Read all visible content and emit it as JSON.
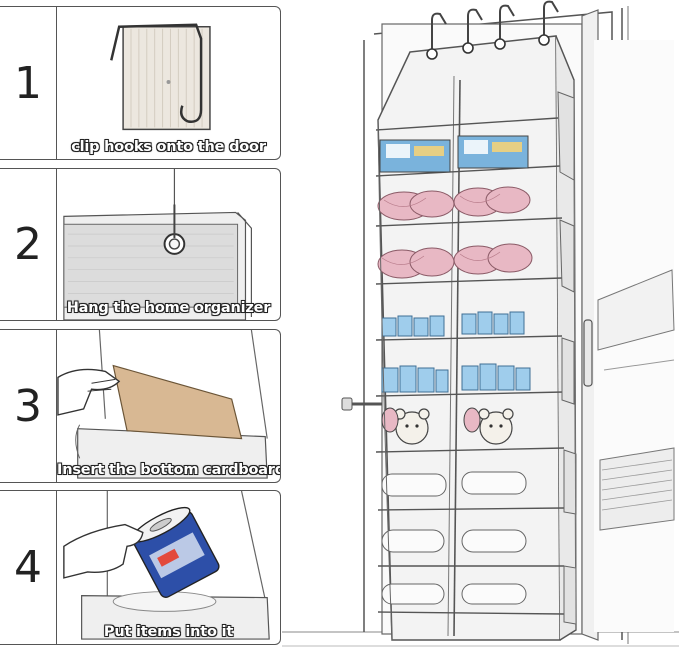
{
  "steps": [
    {
      "number": "1",
      "caption": "clip hooks onto the door"
    },
    {
      "number": "2",
      "caption": "Hang the home organizer"
    },
    {
      "number": "3",
      "caption": "Insert the bottom cardboard"
    },
    {
      "number": "4",
      "caption": "Put items into it"
    }
  ],
  "colors": {
    "line": "#555555",
    "fabric": "#f1f1f1",
    "mesh": "#e6e6e6",
    "yarn": "#e8b8c4",
    "blue": "#7ab3dc",
    "cardboard": "#d8b893"
  }
}
